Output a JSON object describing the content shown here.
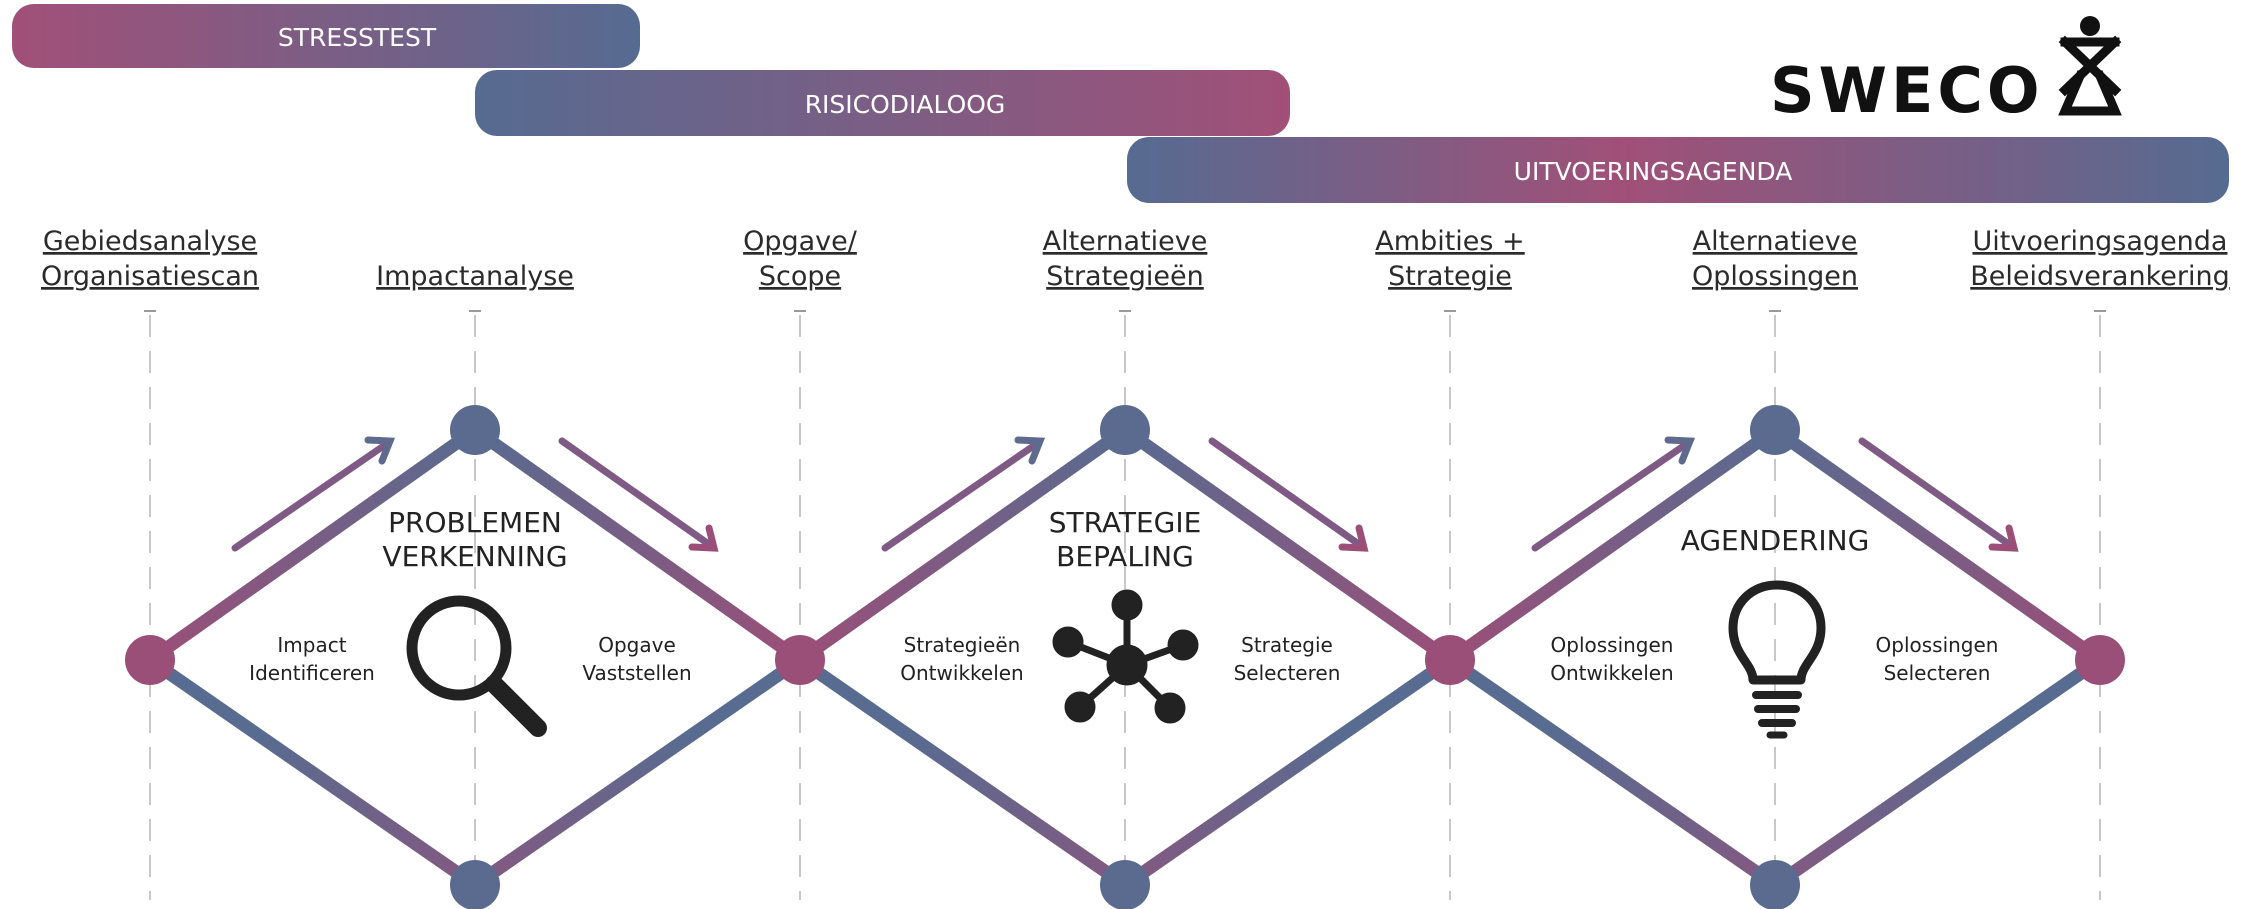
{
  "colors": {
    "purple": "#95557e",
    "blue": "#566a90",
    "dark": "#222222",
    "node_purple": "#9a5077",
    "node_blue": "#5a6b8f"
  },
  "bars": [
    {
      "label": "STRESSTEST"
    },
    {
      "label": "RISICODIALOOG"
    },
    {
      "label": "UITVOERINGSAGENDA"
    }
  ],
  "logo": {
    "text": "SWECO",
    "icon": "sweco-figure-icon"
  },
  "milestones": [
    {
      "line1": "Gebiedsanalyse",
      "line2": "Organisatiescan"
    },
    {
      "line1": "",
      "line2": "Impactanalyse"
    },
    {
      "line1": "Opgave/",
      "line2": "Scope"
    },
    {
      "line1": "Alternatieve",
      "line2": "Strategieën"
    },
    {
      "line1": "Ambities +",
      "line2": "Strategie"
    },
    {
      "line1": "Alternatieve",
      "line2": "Oplossingen"
    },
    {
      "line1": "Uitvoeringsagenda",
      "line2": "Beleidsverankering"
    }
  ],
  "phases": [
    {
      "title_line1": "PROBLEMEN",
      "title_line2": "VERKENNING",
      "left_line1": "Impact",
      "left_line2": "Identificeren",
      "right_line1": "Opgave",
      "right_line2": "Vaststellen",
      "icon": "magnifier-icon"
    },
    {
      "title_line1": "STRATEGIE",
      "title_line2": "BEPALING",
      "left_line1": "Strategieën",
      "left_line2": "Ontwikkelen",
      "right_line1": "Strategie",
      "right_line2": "Selecteren",
      "icon": "network-icon"
    },
    {
      "title_line1": "AGENDERING",
      "title_line2": "",
      "left_line1": "Oplossingen",
      "left_line2": "Ontwikkelen",
      "right_line1": "Oplossingen",
      "right_line2": "Selecteren",
      "icon": "lightbulb-icon"
    }
  ]
}
